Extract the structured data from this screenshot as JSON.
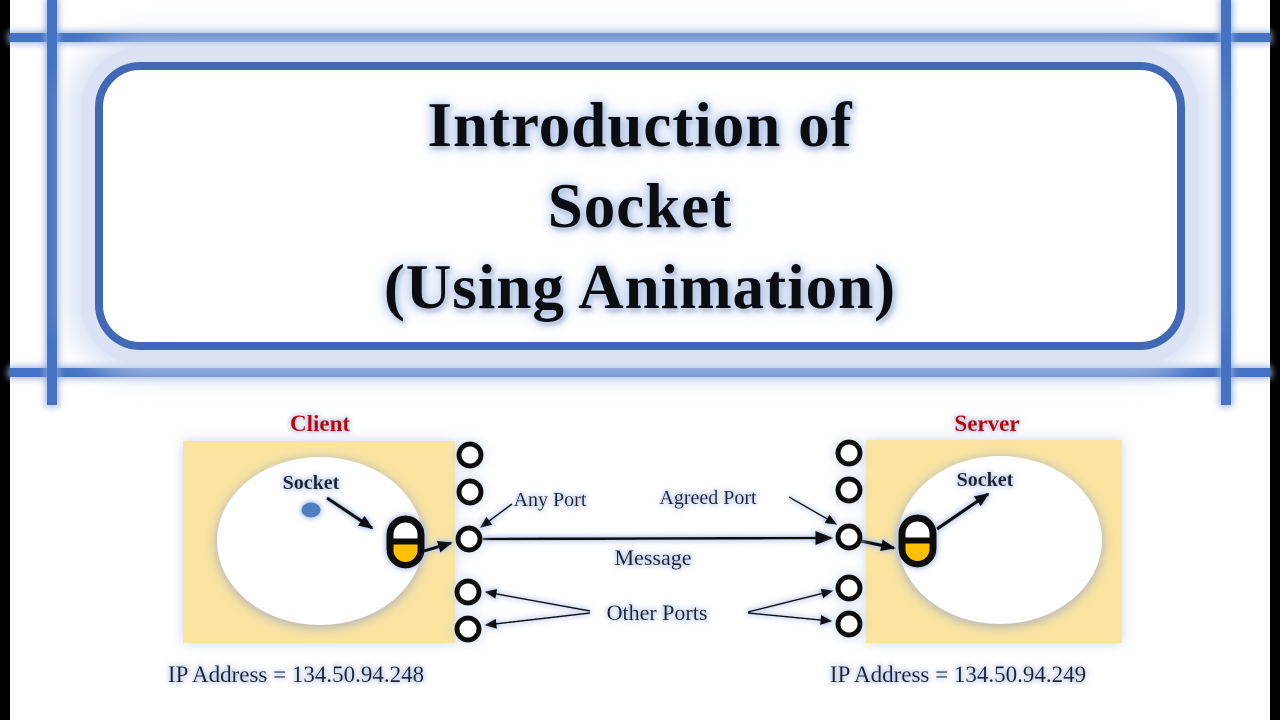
{
  "title": {
    "lines": [
      "Introduction of",
      "Socket",
      "(Using Animation)"
    ]
  },
  "client": {
    "label": "Client",
    "socket_label": "Socket",
    "ip_label": "IP Address = 134.50.94.248"
  },
  "server": {
    "label": "Server",
    "socket_label": "Socket",
    "ip_label": "IP Address = 134.50.94.249"
  },
  "labels": {
    "any_port": "Any Port",
    "agreed_port": "Agreed Port",
    "message": "Message",
    "other_ports": "Other Ports"
  },
  "colors": {
    "accent_blue": "#4472C4",
    "glow_blue": "#B6C6EA",
    "panel_yellow": "#FAE4A0",
    "socket_orange": "#FFC000",
    "heading_red": "#C00000",
    "dot_blue": "#4E7FC1",
    "text_dark": "#1C2331"
  }
}
